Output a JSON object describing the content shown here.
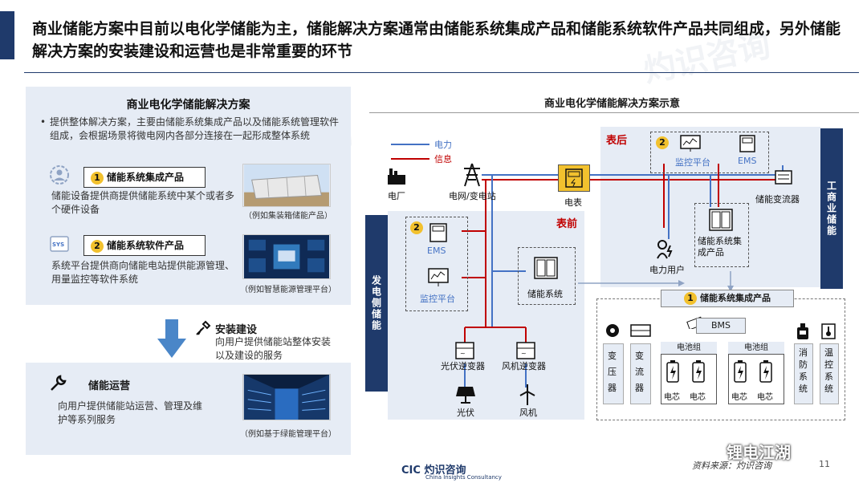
{
  "title": "商业储能方案中目前以电化学储能为主，储能解决方案通常由储能系统集成产品和储能系统软件产品共同组成，另外储能解决方案的安装建设和运营也是非常重要的环节",
  "left": {
    "panel_title": "商业电化学储能解决方案",
    "bullet": "提供整体解决方案，主要由储能系统集成产品以及储能系统管理软件组成，会根据场景将微电网内各部分连接在一起形成整体系统",
    "item1": {
      "num": "1",
      "label": "储能系统集成产品",
      "desc": "储能设备提供商提供储能系统中某个或者多个硬件设备",
      "caption": "（例如集装箱储能产品）"
    },
    "item2": {
      "num": "2",
      "label": "储能系统软件产品",
      "desc": "系统平台提供商向储能电站提供能源管理、用量监控等软件系统",
      "caption": "（例如智慧能源管理平台）",
      "icon_text": "SYS"
    },
    "install": {
      "title": "安装建设",
      "desc": "向用户提供储能站整体安装以及建设的服务"
    },
    "operation": {
      "title": "储能运营",
      "desc": "向用户提供储能站运营、管理及维护等系列服务",
      "caption": "（例如基于绿能管理平台）"
    }
  },
  "diagram": {
    "title": "商业电化学储能解决方案示意",
    "legend_power": "电力",
    "legend_info": "信息",
    "power_plant": "电厂",
    "grid": "电网/变电站",
    "meter": "电表",
    "behind": "表后",
    "front": "表前",
    "monitor": "监控平台",
    "ems": "EMS",
    "converter": "储能变流器",
    "user": "电力用户",
    "storage_product": "储能系统集成产品",
    "storage_system": "储能系统",
    "pv_inverter": "光伏逆变器",
    "wind_inverter": "风机逆变器",
    "pv": "光伏",
    "wind": "风机",
    "side_gen": "发电侧储能",
    "side_ci": "工商业储能",
    "integration_title": "储能系统集成产品",
    "bms": "BMS",
    "transformer": "变压器",
    "pcs": "变流器",
    "pack1": "电池组",
    "pack2": "电池组",
    "cell": "电芯",
    "fire": "消防系统",
    "thermal": "温控系统",
    "badge2": "2",
    "badge1": "1"
  },
  "footer": {
    "source": "资料来源：灼识咨询",
    "page": "11",
    "logo": "CIC 灼识咨询",
    "logo_sub": "China Insights Consultancy",
    "wechat": "锂电江湖"
  },
  "colors": {
    "navy": "#1f3a6b",
    "panel": "#e6ecf5",
    "power": "#4472c4",
    "info": "#c00000",
    "badge": "#f2c12e"
  }
}
